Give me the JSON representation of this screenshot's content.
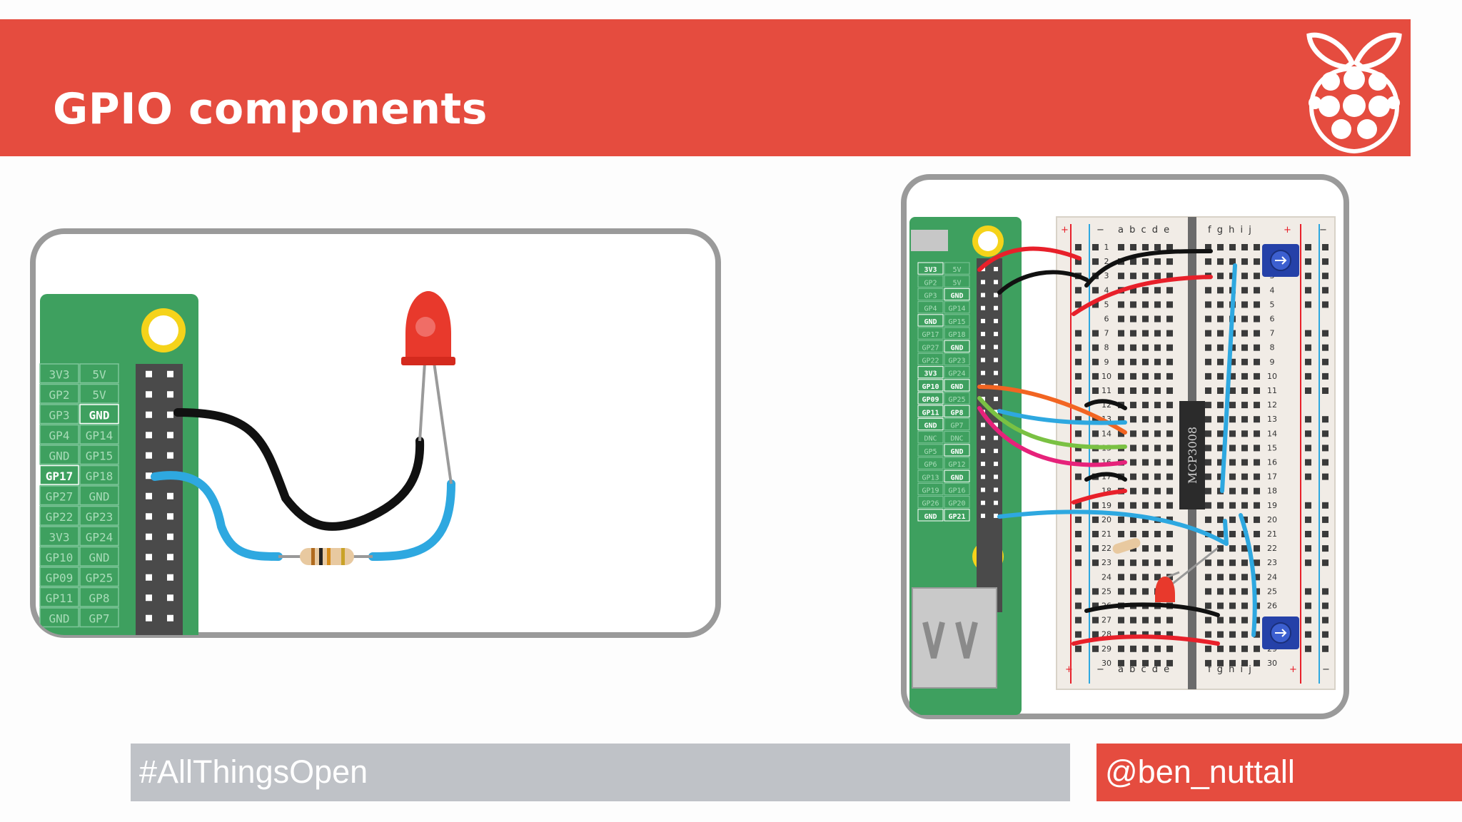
{
  "slide": {
    "title": "GPIO components"
  },
  "colors": {
    "brand": "#e54c3f",
    "footer_gray": "#bfc2c7",
    "pi_green": "#3ea05f",
    "wire_black": "#111111",
    "wire_blue": "#2ea8e0",
    "wire_red": "#e8202a",
    "wire_orange": "#f26522",
    "wire_green": "#7ac143",
    "wire_pink": "#e6227a"
  },
  "left_panel": {
    "pin_labels": [
      [
        "3V3",
        "5V"
      ],
      [
        "GP2",
        "5V"
      ],
      [
        "GP3",
        "GND"
      ],
      [
        "GP4",
        "GP14"
      ],
      [
        "GND",
        "GP15"
      ],
      [
        "GP17",
        "GP18"
      ],
      [
        "GP27",
        "GND"
      ],
      [
        "GP22",
        "GP23"
      ],
      [
        "3V3",
        "GP24"
      ],
      [
        "GP10",
        "GND"
      ],
      [
        "GP09",
        "GP25"
      ],
      [
        "GP11",
        "GP8"
      ],
      [
        "GND",
        "GP7"
      ]
    ],
    "highlighted_pins": [
      "GND",
      "GP17"
    ]
  },
  "right_panel": {
    "pin_labels": [
      [
        "3V3",
        "5V"
      ],
      [
        "GP2",
        "5V"
      ],
      [
        "GP3",
        "GND"
      ],
      [
        "GP4",
        "GP14"
      ],
      [
        "GND",
        "GP15"
      ],
      [
        "GP17",
        "GP18"
      ],
      [
        "GP27",
        "GND"
      ],
      [
        "GP22",
        "GP23"
      ],
      [
        "3V3",
        "GP24"
      ],
      [
        "GP10",
        "GND"
      ],
      [
        "GP09",
        "GP25"
      ],
      [
        "GP11",
        "GP8"
      ],
      [
        "GND",
        "GP7"
      ],
      [
        "DNC",
        "DNC"
      ],
      [
        "GP5",
        "GND"
      ],
      [
        "GP6",
        "GP12"
      ],
      [
        "GP13",
        "GND"
      ],
      [
        "GP19",
        "GP16"
      ],
      [
        "GP26",
        "GP20"
      ],
      [
        "GND",
        "GP21"
      ]
    ],
    "highlighted_pins": [
      "3V3",
      "GND",
      "GP10",
      "GP09",
      "GP11",
      "GP8",
      "GP21"
    ],
    "chip_label": "MCP3008",
    "breadboard_columns_left": "a b c d e",
    "breadboard_columns_right": "f g h i j",
    "rail_plus": "+",
    "rail_minus": "−",
    "row_numbers": [
      "1",
      "2",
      "3",
      "4",
      "5",
      "6",
      "7",
      "8",
      "9",
      "10",
      "11",
      "12",
      "13",
      "14",
      "15",
      "16",
      "17",
      "18",
      "19",
      "20",
      "21",
      "22",
      "23",
      "24",
      "25",
      "26",
      "27",
      "28",
      "29",
      "30"
    ]
  },
  "footer": {
    "hashtag": "#AllThingsOpen",
    "handle": "@ben_nuttall"
  }
}
